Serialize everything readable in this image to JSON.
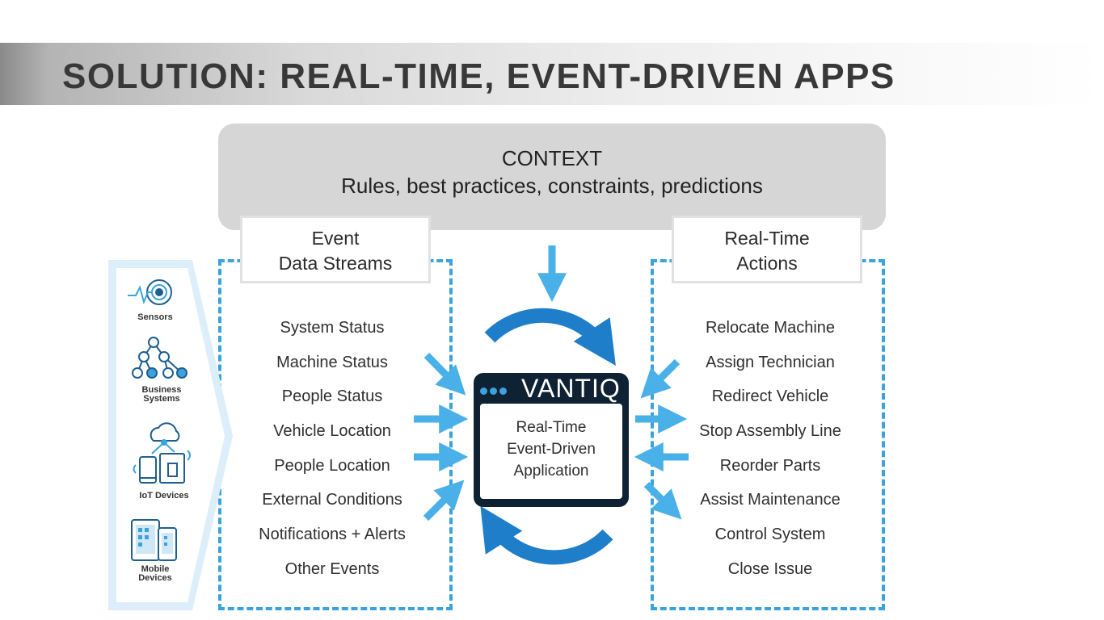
{
  "slide": {
    "title": "SOLUTION: REAL-TIME, EVENT-DRIVEN APPS"
  },
  "context": {
    "title": "CONTEXT",
    "subtitle": "Rules, best practices, constraints, predictions"
  },
  "sources": {
    "items": [
      {
        "label": "Sensors",
        "icon": "sensor-icon"
      },
      {
        "label_line1": "Business",
        "label_line2": "Systems",
        "icon": "network-icon"
      },
      {
        "label": "IoT Devices",
        "icon": "iot-icon"
      },
      {
        "label_line1": "Mobile",
        "label_line2": "Devices",
        "icon": "mobile-icon"
      }
    ]
  },
  "event_streams": {
    "header_line1": "Event",
    "header_line2": "Data Streams",
    "items": [
      "System Status",
      "Machine Status",
      "People Status",
      "Vehicle Location",
      "People Location",
      "External Conditions",
      "Notifications + Alerts",
      "Other Events"
    ]
  },
  "application": {
    "brand": "VANTIQ",
    "line1": "Real-Time",
    "line2": "Event-Driven",
    "line3": "Application"
  },
  "actions": {
    "header_line1": "Real-Time",
    "header_line2": "Actions",
    "items": [
      "Relocate Machine",
      "Assign Technician",
      "Redirect Vehicle",
      "Stop Assembly Line",
      "Reorder Parts",
      "Assist Maintenance",
      "Control System",
      "Close Issue"
    ]
  },
  "colors": {
    "accent_blue": "#3aa3dd",
    "arrow_blue": "#4ab0e8",
    "cycle_blue": "#1f7ec9",
    "app_navy": "#0e2233",
    "context_gray": "#d6d6d6"
  }
}
